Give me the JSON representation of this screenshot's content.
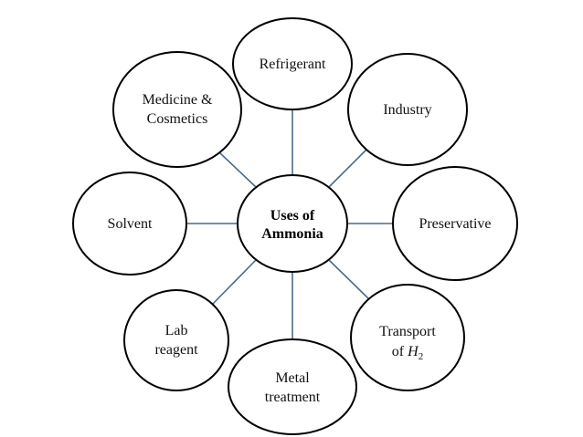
{
  "diagram": {
    "center": {
      "line1": "Uses of",
      "line2": "Ammonia"
    },
    "nodes": {
      "refrigerant": {
        "line1": "Refrigerant"
      },
      "industry": {
        "line1": "Industry"
      },
      "preservative": {
        "line1": "Preservative"
      },
      "transport": {
        "line1": "Transport",
        "line2_prefix": "of ",
        "line2_var": "H",
        "line2_sub": "2"
      },
      "metal": {
        "line1": "Metal",
        "line2": "treatment"
      },
      "lab": {
        "line1": "Lab",
        "line2": "reagent"
      },
      "solvent": {
        "line1": "Solvent"
      },
      "medicine": {
        "line1": "Medicine &",
        "line2": "Cosmetics"
      }
    }
  }
}
